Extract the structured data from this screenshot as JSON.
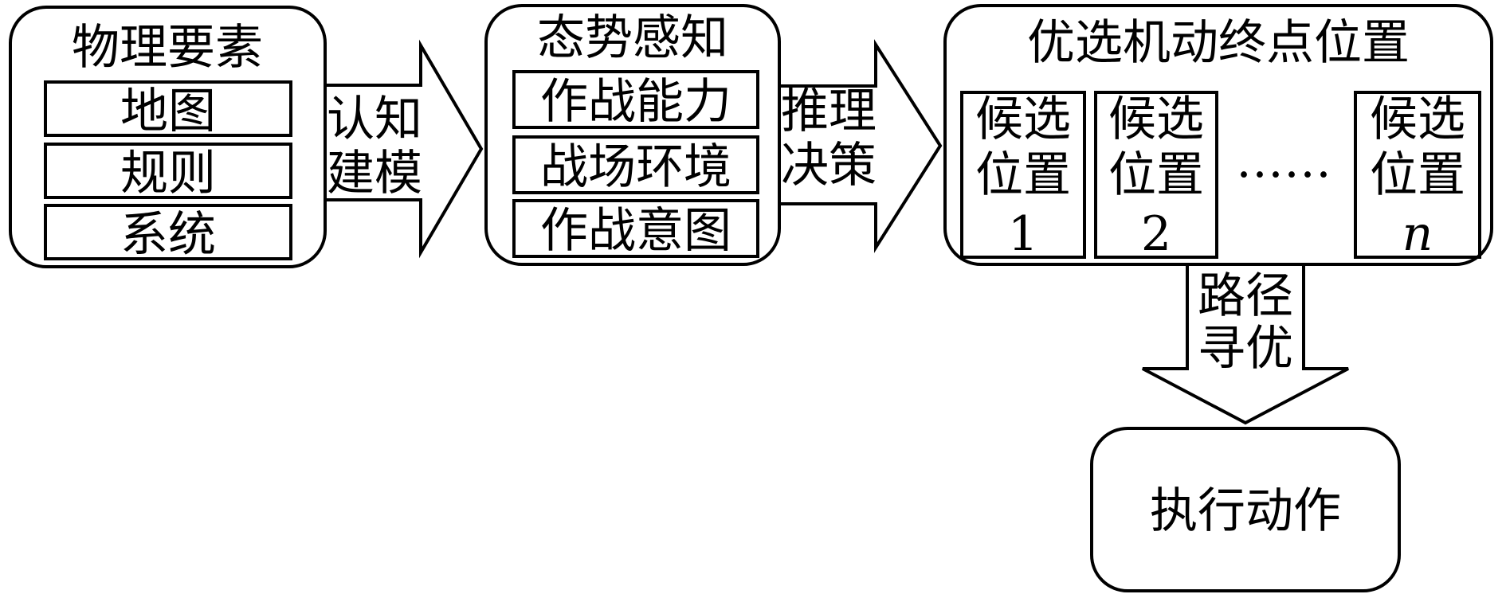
{
  "colors": {
    "stroke": "#000000",
    "background": "#ffffff",
    "text": "#000000"
  },
  "physical": {
    "title": "物理要素",
    "items": [
      "地图",
      "规则",
      "系统"
    ]
  },
  "arrow1": {
    "line1": "认知",
    "line2": "建模"
  },
  "situation": {
    "title": "态势感知",
    "items": [
      "作战能力",
      "战场环境",
      "作战意图"
    ]
  },
  "arrow2": {
    "line1": "推理",
    "line2": "决策"
  },
  "endpoint": {
    "title": "优选机动终点位置",
    "candidates": [
      {
        "line1": "候选",
        "line2": "位置",
        "index": "1"
      },
      {
        "line1": "候选",
        "line2": "位置",
        "index": "2"
      },
      {
        "line1": "候选",
        "line2": "位置",
        "index": "n"
      }
    ],
    "ellipsis": "……"
  },
  "arrow3": {
    "line1": "路径",
    "line2": "寻优"
  },
  "action": {
    "label": "执行动作"
  }
}
